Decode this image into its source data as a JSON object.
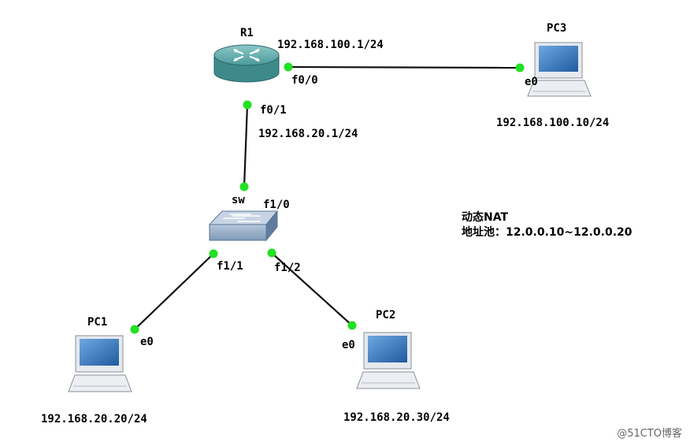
{
  "colors": {
    "link": "#111111",
    "port_dot": "#22e022",
    "router_body": "#4a9a9a",
    "switch_body": "#7f9ab8",
    "pc_screen": "#2f6fb5"
  },
  "devices": {
    "r1": {
      "name": "R1",
      "icon": "router-icon"
    },
    "sw": {
      "name": "sw",
      "icon": "switch-icon"
    },
    "pc1": {
      "name": "PC1",
      "icon": "pc-icon",
      "ip": "192.168.20.20/24"
    },
    "pc2": {
      "name": "PC2",
      "icon": "pc-icon",
      "ip": "192.168.20.30/24"
    },
    "pc3": {
      "name": "PC3",
      "icon": "pc-icon",
      "ip": "192.168.100.10/24"
    }
  },
  "ports": {
    "r1_f00": "f0/0",
    "r1_f01": "f0/1",
    "sw_f10": "f1/0",
    "sw_f11": "f1/1",
    "sw_f12": "f1/2",
    "pc1_e0": "e0",
    "pc2_e0": "e0",
    "pc3_e0": "e0"
  },
  "addresses": {
    "r1_f00_ip": "192.168.100.1/24",
    "r1_f01_ip": "192.168.20.1/24"
  },
  "note": {
    "line1": "动态NAT",
    "line2": "地址池：12.0.0.10~12.0.0.20"
  },
  "watermark": "@51CTO博客"
}
